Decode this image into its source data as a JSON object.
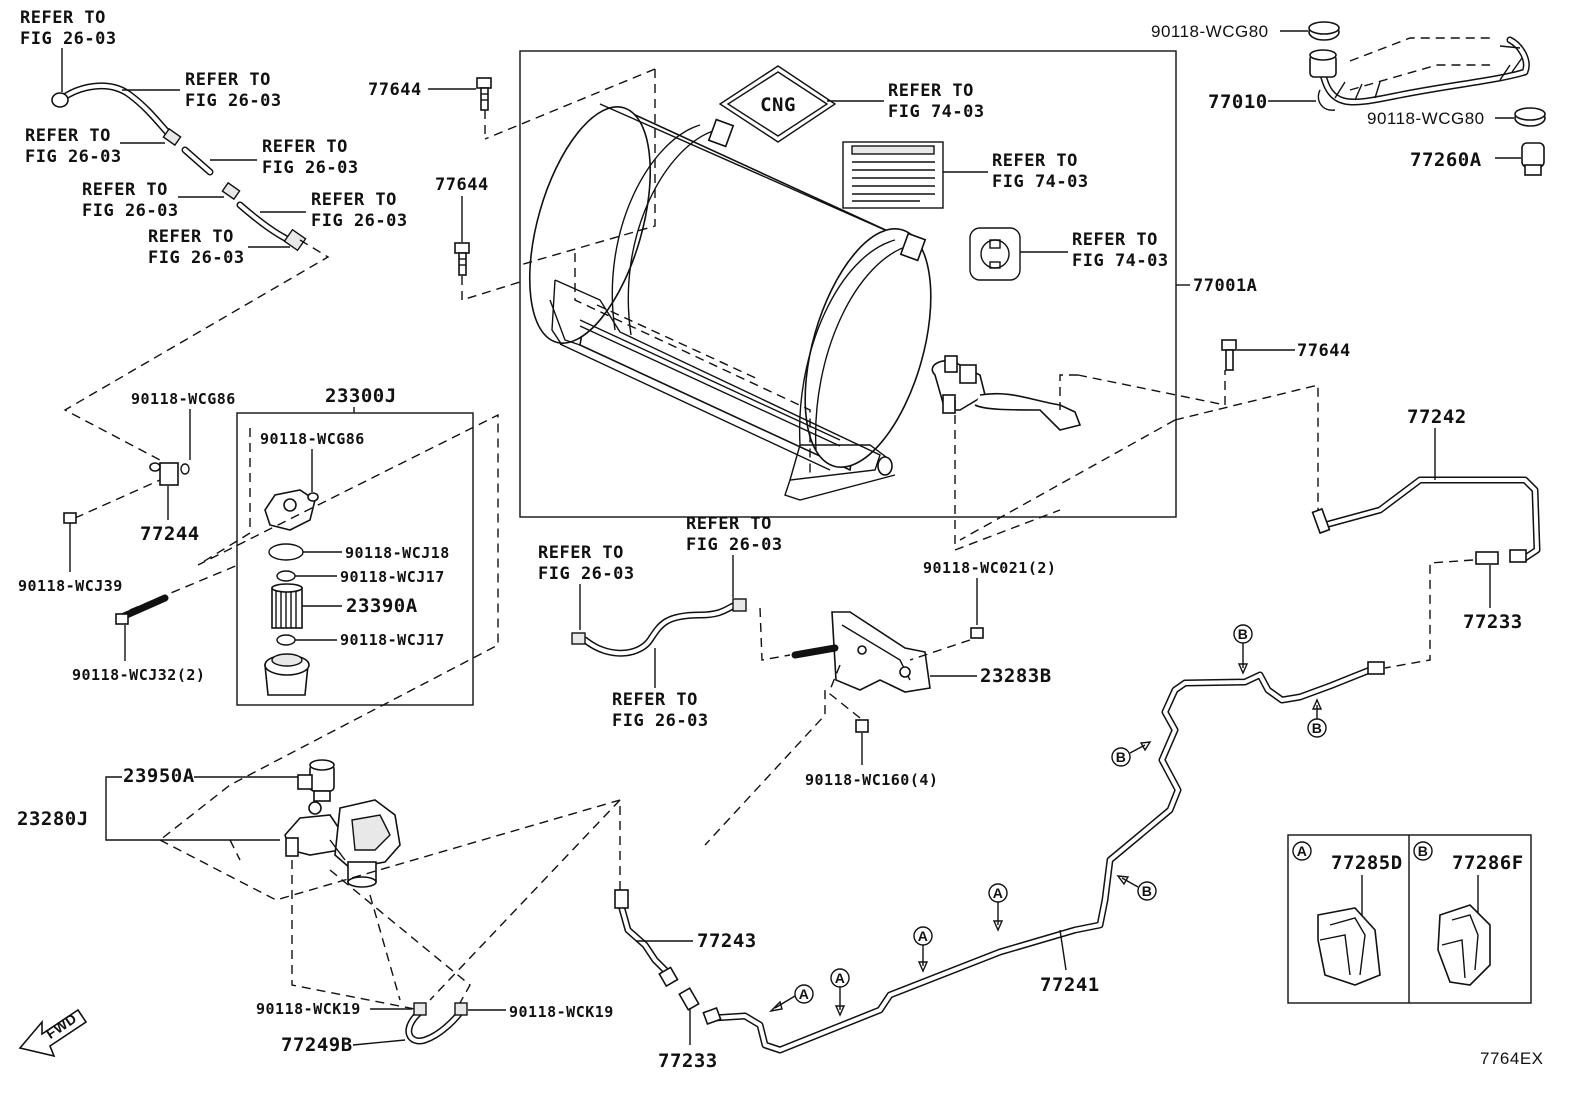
{
  "labels": {
    "refer_fig_26_03": "REFER TO FIG 26-03",
    "refer_fig_74_03": "REFER TO FIG 74-03",
    "refer_to": "REFER TO",
    "fig_26_03": "FIG 26-03",
    "fig_74_03": "FIG 74-03",
    "cng": "CNG",
    "fwd": "FWD",
    "diagram_code": "7764EX",
    "legend_a": "A",
    "legend_b": "B"
  },
  "parts": {
    "p77644": "77644",
    "p77001A": "77001A",
    "p90118_WCG80": "90118-WCG80",
    "p77010": "77010",
    "p77260A": "77260A",
    "p90118_WCG86": "90118-WCG86",
    "p23300J": "23300J",
    "p77244": "77244",
    "p90118_WCJ39": "90118-WCJ39",
    "p90118_WCJ18": "90118-WCJ18",
    "p90118_WCJ17": "90118-WCJ17",
    "p23390A": "23390A",
    "p90118_WCJ32": "90118-WCJ32(2)",
    "p90118_WC021": "90118-WC021(2)",
    "p23283B": "23283B",
    "p90118_WC160": "90118-WC160(4)",
    "p77242": "77242",
    "p77233": "77233",
    "p23950A": "23950A",
    "p23280J": "23280J",
    "p77243": "77243",
    "p77241": "77241",
    "p90118_WCK19": "90118-WCK19",
    "p77249B": "77249B",
    "p77285D": "77285D",
    "p77286F": "77286F"
  }
}
